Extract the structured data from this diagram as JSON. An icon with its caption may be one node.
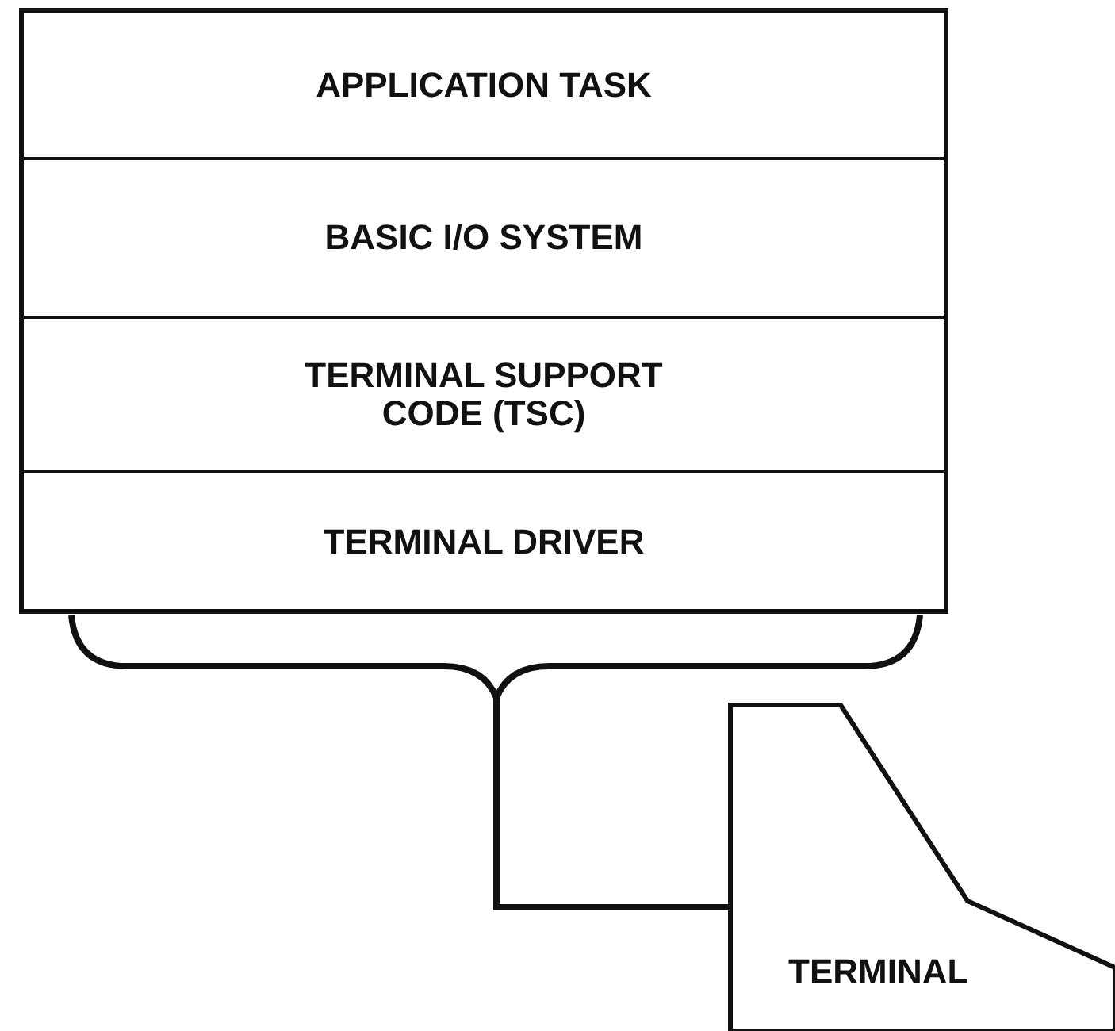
{
  "diagram": {
    "nodes": [
      {
        "text": [],
        "shape": "box"
      },
      {
        "text": [
          "APPLICATION TASK"
        ],
        "in": 0
      },
      {
        "text": [
          "BASIC I/O SYSTEM"
        ],
        "in": 0
      },
      {
        "text": [
          "TERMINAL SUPPORT CODE (TSC)"
        ],
        "in": 0
      },
      {
        "text": [
          "TERMINAL DRIVER"
        ],
        "in": 0
      },
      {
        "text": [
          "TERMINAL"
        ]
      }
    ],
    "edges": [
      {
        "from": 0,
        "to": 5,
        "arrow": "none"
      }
    ]
  }
}
